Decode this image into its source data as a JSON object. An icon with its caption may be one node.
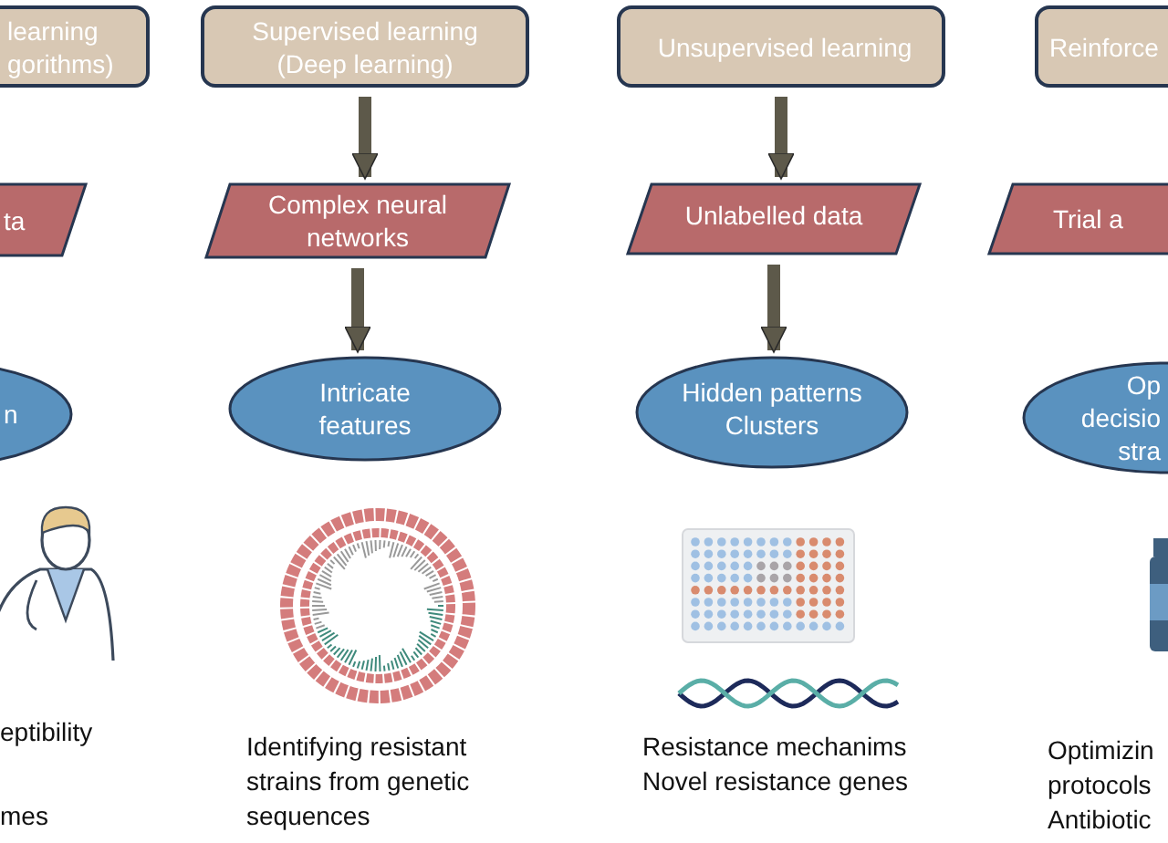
{
  "diagram": {
    "nodes": [
      {
        "text": [
          "learning gorithms)"
        ]
      },
      {
        "text": [
          "Supervised learning (Deep learning)"
        ]
      },
      {
        "text": [
          "Unsupervised learning"
        ]
      },
      {
        "text": [
          "Reinforce"
        ]
      },
      {
        "text": [
          "ta"
        ]
      },
      {
        "text": [
          "Complex neural networks"
        ]
      },
      {
        "text": [
          "Unlabelled data"
        ]
      },
      {
        "text": [
          "Trial a"
        ]
      },
      {
        "text": [
          "n"
        ]
      },
      {
        "text": [
          "Intricate features"
        ]
      },
      {
        "text": [
          "Hidden patterns Clusters"
        ]
      },
      {
        "text": [
          "Op decisio stra"
        ]
      }
    ],
    "edges": [
      {
        "from": 1,
        "to": 5,
        "arrow": "to"
      },
      {
        "from": 5,
        "to": 9,
        "arrow": "to"
      },
      {
        "from": 2,
        "to": 6,
        "arrow": "to"
      },
      {
        "from": 6,
        "to": 10,
        "arrow": "to"
      }
    ],
    "labels": [
      "eptibility",
      "mes",
      "Identifying resistant strains from genetic sequences",
      "Resistance mechanims Novel resistance genes",
      "Optimizin protocols Antibiotic"
    ]
  }
}
